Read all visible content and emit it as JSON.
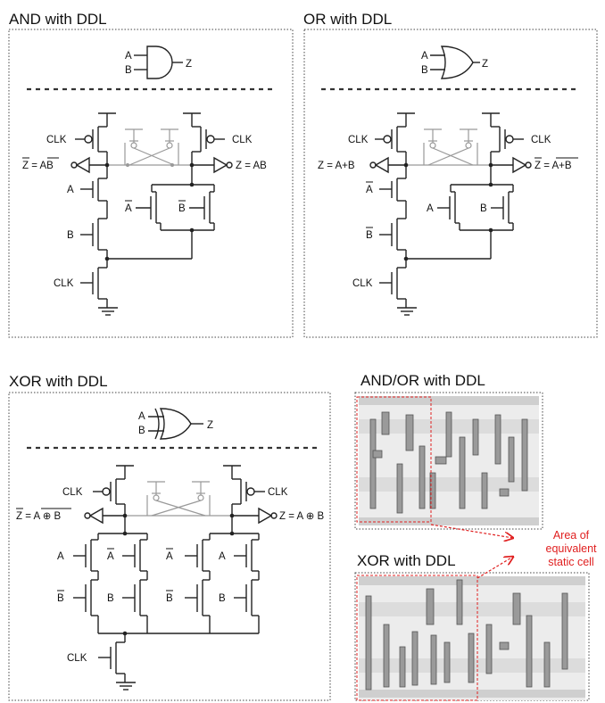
{
  "panels": {
    "and": {
      "title": "AND with DDL",
      "in_a": "A",
      "in_b": "B",
      "out": "Z",
      "clk": "CLK",
      "out_left": "Z = AB",
      "out_right": "Z = AB",
      "a": "A",
      "b": "B",
      "abar": "A",
      "bbar": "B"
    },
    "or": {
      "title": "OR with DDL",
      "in_a": "A",
      "in_b": "B",
      "out": "Z",
      "clk": "CLK",
      "out_left": "Z = A+B",
      "out_right": "Z = A+B",
      "abar": "A",
      "bbar": "B",
      "a": "A",
      "b": "B"
    },
    "xor": {
      "title": "XOR with DDL",
      "in_a": "A",
      "in_b": "B",
      "out": "Z",
      "clk": "CLK",
      "out_left": "Z = A ⊕ B",
      "out_right": "Z = A ⊕ B",
      "a": "A",
      "abar": "A",
      "b": "B",
      "bbar": "B"
    }
  },
  "layouts": {
    "andor_title": "AND/OR with DDL",
    "xor_title": "XOR with DDL",
    "annotation": [
      "Area of",
      "equivalent",
      "static cell"
    ]
  },
  "colors": {
    "annotation": "#e02020",
    "wire": "#222222",
    "gray_wire": "#999999"
  }
}
